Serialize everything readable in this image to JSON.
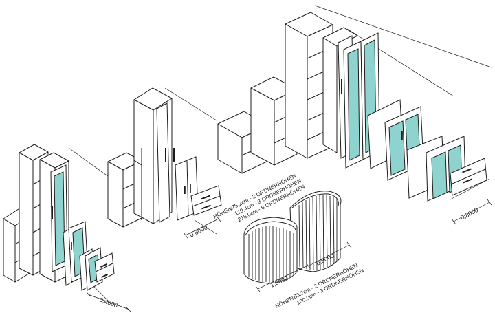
{
  "dimensions": {
    "left_group_width": "0,4000",
    "middle_group_width": "0,6000",
    "right_group_width": "0,8000",
    "tambour_wide_width": "1,0000",
    "tambour_narrow_width": "0,8000"
  },
  "heights_upper": {
    "title": "HÖHEN:",
    "line1": "75,2cm - 2 ORDNERHÖHEN",
    "line2": "110,4cm - 3 ORDNERHÖHEN",
    "line3": "216,0cm - 6 ORDNERHÖHEN"
  },
  "heights_lower": {
    "title": "HÖHEN:",
    "line1": "83,2cm - 2 ORDNERHÖHEN",
    "line2": "100,0cm - 3 ORDNERHÖHEN"
  },
  "colors": {
    "line": "#1c1c1c",
    "glass": "#8fd3cf",
    "background": "#ffffff"
  }
}
